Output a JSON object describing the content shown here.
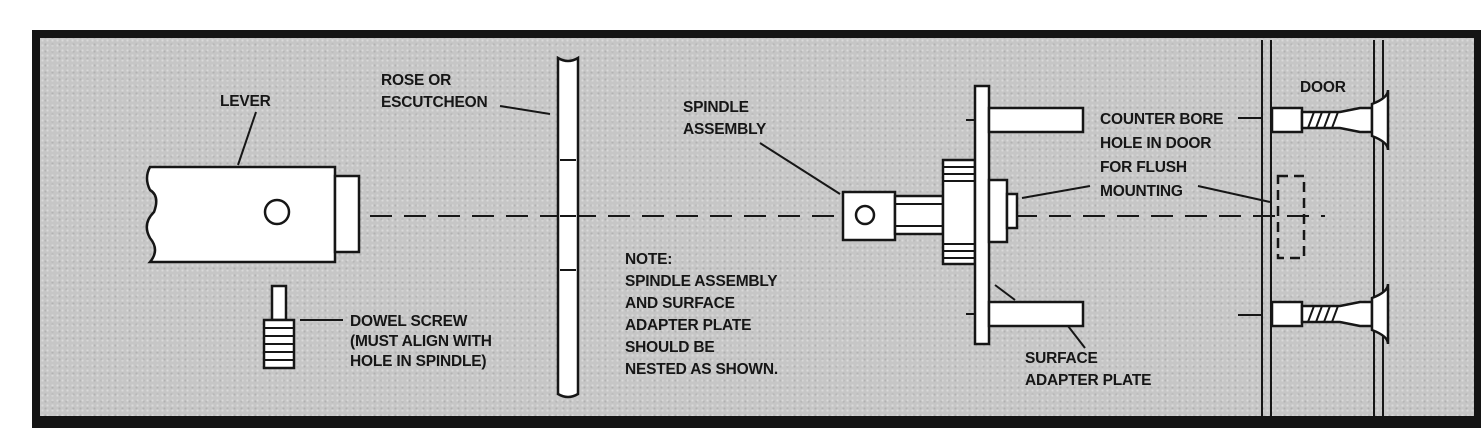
{
  "labels": {
    "lever": "LEVER",
    "rose": [
      "ROSE OR",
      "ESCUTCHEON"
    ],
    "spindle": [
      "SPINDLE",
      "ASSEMBLY"
    ],
    "door": "DOOR",
    "counter_bore": [
      "COUNTER BORE",
      "HOLE IN DOOR",
      "FOR FLUSH",
      "MOUNTING"
    ],
    "dowel_screw": [
      "DOWEL SCREW",
      "(MUST ALIGN WITH",
      "HOLE IN SPINDLE)"
    ],
    "note": [
      "NOTE:",
      "SPINDLE ASSEMBLY",
      "AND SURFACE",
      "ADAPTER PLATE",
      "SHOULD BE",
      "NESTED AS SHOWN."
    ],
    "surface_plate": [
      "SURFACE",
      "ADAPTER PLATE"
    ]
  }
}
